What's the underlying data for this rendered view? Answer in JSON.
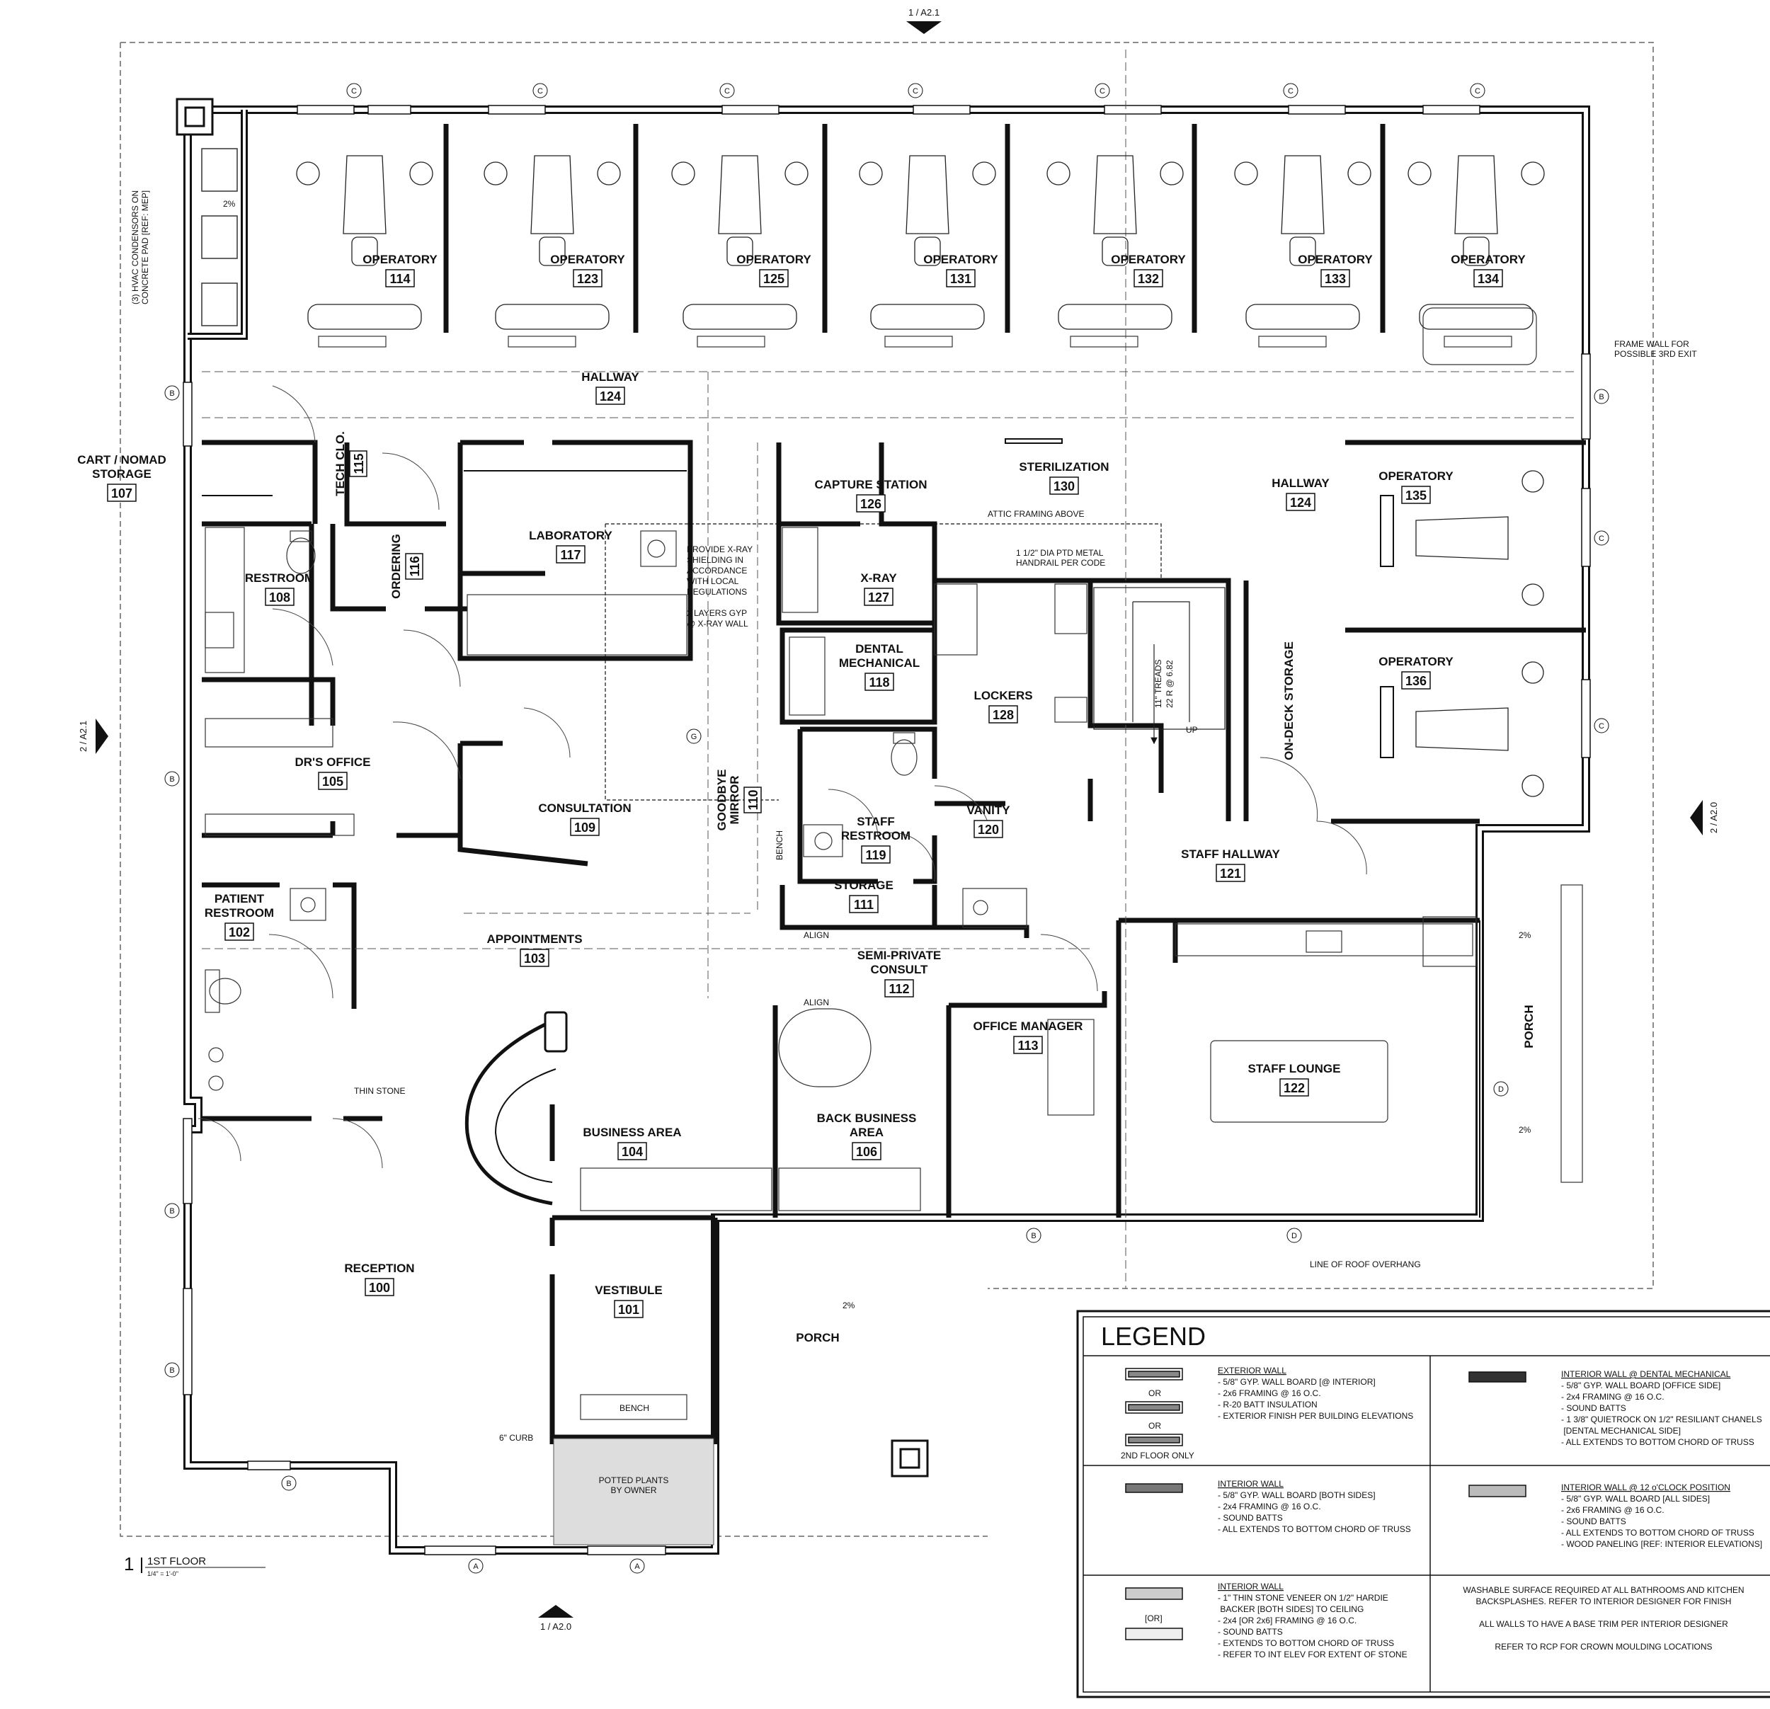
{
  "rooms": [
    {
      "key": "op114",
      "label": "OPERATORY",
      "number": "114"
    },
    {
      "key": "op123",
      "label": "OPERATORY",
      "number": "123"
    },
    {
      "key": "op125",
      "label": "OPERATORY",
      "number": "125"
    },
    {
      "key": "op131",
      "label": "OPERATORY",
      "number": "131"
    },
    {
      "key": "op132",
      "label": "OPERATORY",
      "number": "132"
    },
    {
      "key": "op133",
      "label": "OPERATORY",
      "number": "133"
    },
    {
      "key": "op134",
      "label": "OPERATORY",
      "number": "134"
    },
    {
      "key": "hall124",
      "label": "HALLWAY",
      "number": "124"
    },
    {
      "key": "cart107",
      "label": "CART / NOMAD",
      "label2": "STORAGE",
      "number": "107"
    },
    {
      "key": "tech115",
      "label": "TECH CLO.",
      "number": "115"
    },
    {
      "key": "lab117",
      "label": "LABORATORY",
      "number": "117"
    },
    {
      "key": "ordering116",
      "label": "ORDERING",
      "number": "116"
    },
    {
      "key": "rest108",
      "label": "RESTROOM",
      "number": "108"
    },
    {
      "key": "capture126",
      "label": "CAPTURE STATION",
      "number": "126"
    },
    {
      "key": "xray127",
      "label": "X-RAY",
      "number": "127"
    },
    {
      "key": "steril130",
      "label": "STERILIZATION",
      "number": "130"
    },
    {
      "key": "hall124b",
      "label": "HALLWAY",
      "number": "124"
    },
    {
      "key": "op135",
      "label": "OPERATORY",
      "number": "135"
    },
    {
      "key": "op136",
      "label": "OPERATORY",
      "number": "136"
    },
    {
      "key": "dental118",
      "label": "DENTAL",
      "label2": "MECHANICAL",
      "number": "118"
    },
    {
      "key": "lockers128",
      "label": "LOCKERS",
      "number": "128"
    },
    {
      "key": "dr105",
      "label": "DR'S OFFICE",
      "number": "105"
    },
    {
      "key": "consult109",
      "label": "CONSULTATION",
      "number": "109"
    },
    {
      "key": "mirror110",
      "label": "GOODBYE",
      "label2": "MIRROR",
      "number": "110"
    },
    {
      "key": "staffrest119",
      "label": "STAFF",
      "label2": "RESTROOM",
      "number": "119"
    },
    {
      "key": "vanity120",
      "label": "VANITY",
      "number": "120"
    },
    {
      "key": "staffhall121",
      "label": "STAFF HALLWAY",
      "number": "121"
    },
    {
      "key": "storage111",
      "label": "STORAGE",
      "number": "111"
    },
    {
      "key": "patrest102",
      "label": "PATIENT",
      "label2": "RESTROOM",
      "number": "102"
    },
    {
      "key": "appt103",
      "label": "APPOINTMENTS",
      "number": "103"
    },
    {
      "key": "semi112",
      "label": "SEMI-PRIVATE",
      "label2": "CONSULT",
      "number": "112"
    },
    {
      "key": "office113",
      "label": "OFFICE MANAGER",
      "number": "113"
    },
    {
      "key": "lounge122",
      "label": "STAFF LOUNGE",
      "number": "122"
    },
    {
      "key": "business104",
      "label": "BUSINESS AREA",
      "number": "104"
    },
    {
      "key": "backbiz106",
      "label": "BACK BUSINESS",
      "label2": "AREA",
      "number": "106"
    },
    {
      "key": "reception100",
      "label": "RECEPTION",
      "number": "100"
    },
    {
      "key": "vestibule101",
      "label": "VESTIBULE",
      "number": "101"
    }
  ],
  "ondeck": "ON-DECK STORAGE",
  "porch_east": "PORCH",
  "porch_south": "PORCH",
  "notes": {
    "xray_shield": [
      "PROVIDE X-RAY",
      "SHIELDING IN",
      "ACCORDANCE",
      "WITH LOCAL",
      "REGULATIONS",
      "",
      "2 LAYERS GYP",
      "@ X-RAY WALL"
    ],
    "attic": "ATTIC FRAMING ABOVE",
    "handrail": [
      "1 1/2\" DIA PTD METAL",
      "HANDRAIL PER CODE"
    ],
    "frame_wall": [
      "FRAME WALL FOR",
      "POSSIBLE 3RD EXIT"
    ],
    "hvac": [
      "(3) HVAC CONDENSORS ON",
      "CONCRETE PAD [REF: MEP]"
    ],
    "roof": "LINE OF ROOF OVERHANG",
    "thin_stone": "THIN STONE",
    "curb": "6\" CURB",
    "bench_south": "BENCH",
    "bench_mirror": "BENCH",
    "planter": [
      "POTTED PLANTS",
      "BY OWNER"
    ],
    "treads": [
      "11\" TREADS",
      "22 R @ 6.82"
    ],
    "up": "UP",
    "align1": "ALIGN",
    "align2": "ALIGN",
    "slope": "2%"
  },
  "title": {
    "number": "1",
    "name": "1ST FLOOR",
    "scale": "1/4\" = 1'-0\""
  },
  "elevation_refs": [
    "1 / A2.1",
    "2 / A2.1",
    "2 / A2.0",
    "1 / A2.0"
  ],
  "legend": {
    "title": "LEGEND",
    "exterior": {
      "heading": "EXTERIOR WALL",
      "lines": [
        "- 5/8\" GYP. WALL BOARD [@ INTERIOR]",
        "- 2x6 FRAMING @ 16 O.C.",
        "- R-20 BATT INSULATION",
        "- EXTERIOR FINISH PER BUILDING ELEVATIONS"
      ],
      "or1": "OR",
      "or2": "OR",
      "second": "2ND FLOOR ONLY"
    },
    "dental": {
      "heading": "INTERIOR WALL @ DENTAL MECHANICAL",
      "lines": [
        "- 5/8\" GYP. WALL BOARD [OFFICE SIDE]",
        "- 2x4 FRAMING @ 16 O.C.",
        "- SOUND BATTS",
        "- 1 3/8\" QUIETROCK ON 1/2\" RESILIANT CHANELS",
        "  [DENTAL MECHANICAL SIDE]",
        "- ALL EXTENDS TO BOTTOM CHORD OF TRUSS"
      ]
    },
    "interior": {
      "heading": "INTERIOR WALL",
      "lines": [
        "- 5/8\" GYP. WALL BOARD [BOTH SIDES]",
        "- 2x4 FRAMING @ 16 O.C.",
        "- SOUND BATTS",
        "- ALL EXTENDS TO BOTTOM CHORD OF TRUSS"
      ]
    },
    "twelve": {
      "heading": "INTERIOR WALL @ 12 o'CLOCK POSITION",
      "lines": [
        "- 5/8\" GYP. WALL BOARD [ALL SIDES]",
        "- 2x6 FRAMING @ 16 O.C.",
        "- SOUND BATTS",
        "- ALL EXTENDS TO BOTTOM CHORD OF TRUSS",
        "- WOOD PANELING [REF: INTERIOR ELEVATIONS]"
      ]
    },
    "stone": {
      "heading": "INTERIOR WALL",
      "lines": [
        "- 1\" THIN STONE VENEER ON 1/2\" HARDIE",
        "  BACKER [BOTH SIDES] TO CEILING",
        "- 2x4 [OR 2x6] FRAMING @ 16 O.C.",
        "- SOUND BATTS",
        "- EXTENDS TO BOTTOM CHORD OF TRUSS",
        "- REFER TO INT ELEV FOR EXTENT OF STONE"
      ],
      "or": "[OR]"
    },
    "general": [
      "WASHABLE SURFACE REQUIRED AT ALL BATHROOMS AND KITCHEN",
      "BACKSPLASHES.  REFER TO INTERIOR DESIGNER FOR FINISH",
      "",
      "ALL WALLS TO HAVE A BASE TRIM PER INTERIOR DESIGNER",
      "",
      "REFER TO RCP FOR CROWN MOULDING LOCATIONS"
    ]
  }
}
